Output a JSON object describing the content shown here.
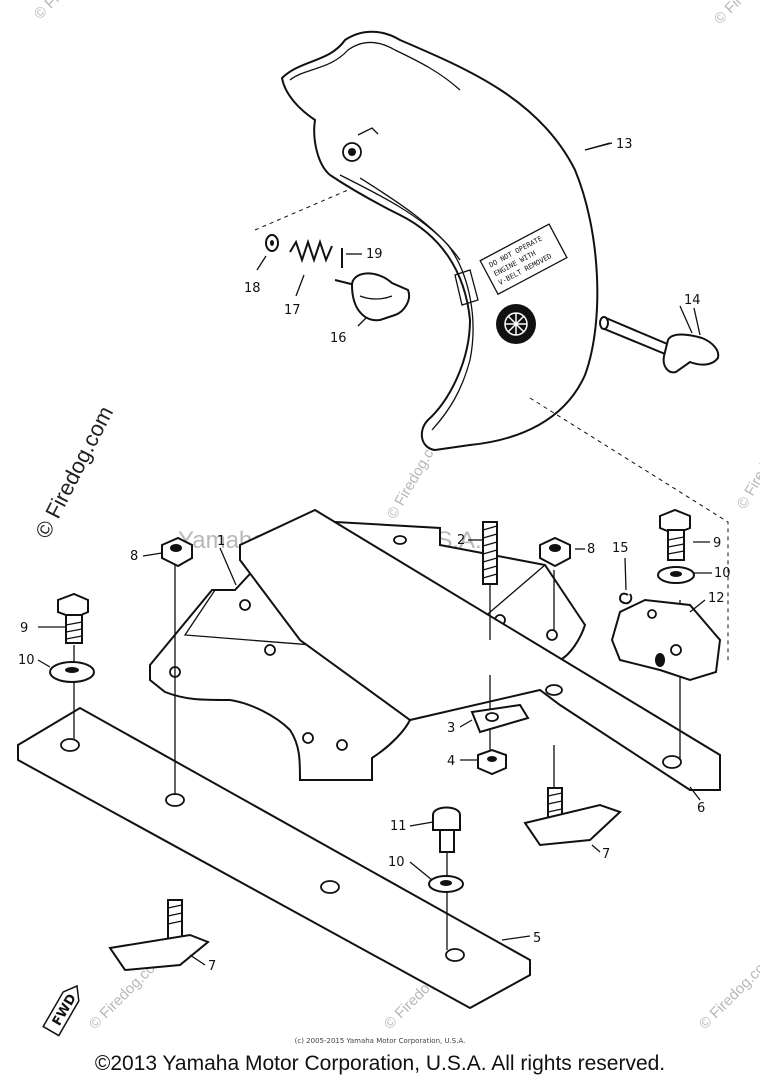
{
  "watermark": {
    "side": "© Firedog.com",
    "center": "Yamaha Motor Corp., U.S.A.",
    "faint": "© Firedog.com"
  },
  "footer": {
    "small": "(c) 2005-2015 Yamaha Motor Corporation, U.S.A.",
    "main": "©2013 Yamaha Motor Corporation, U.S.A. All rights reserved."
  },
  "decal": {
    "line1": "DO NOT OPERATE",
    "line2": "ENGINE WITH",
    "line3": "V-BELT REMOVED"
  },
  "badge": "FWD",
  "callouts": [
    {
      "id": "c1",
      "text": "1"
    },
    {
      "id": "c2",
      "text": "2"
    },
    {
      "id": "c3",
      "text": "3"
    },
    {
      "id": "c4",
      "text": "4"
    },
    {
      "id": "c5",
      "text": "5"
    },
    {
      "id": "c6",
      "text": "6"
    },
    {
      "id": "c7a",
      "text": "7"
    },
    {
      "id": "c7b",
      "text": "7"
    },
    {
      "id": "c8a",
      "text": "8"
    },
    {
      "id": "c8b",
      "text": "8"
    },
    {
      "id": "c9a",
      "text": "9"
    },
    {
      "id": "c9b",
      "text": "9"
    },
    {
      "id": "c10a",
      "text": "10"
    },
    {
      "id": "c10b",
      "text": "10"
    },
    {
      "id": "c10c",
      "text": "10"
    },
    {
      "id": "c11",
      "text": "11"
    },
    {
      "id": "c12",
      "text": "12"
    },
    {
      "id": "c13",
      "text": "13"
    },
    {
      "id": "c14",
      "text": "14"
    },
    {
      "id": "c15",
      "text": "15"
    },
    {
      "id": "c16",
      "text": "16"
    },
    {
      "id": "c17",
      "text": "17"
    },
    {
      "id": "c18",
      "text": "18"
    },
    {
      "id": "c19",
      "text": "19"
    }
  ]
}
